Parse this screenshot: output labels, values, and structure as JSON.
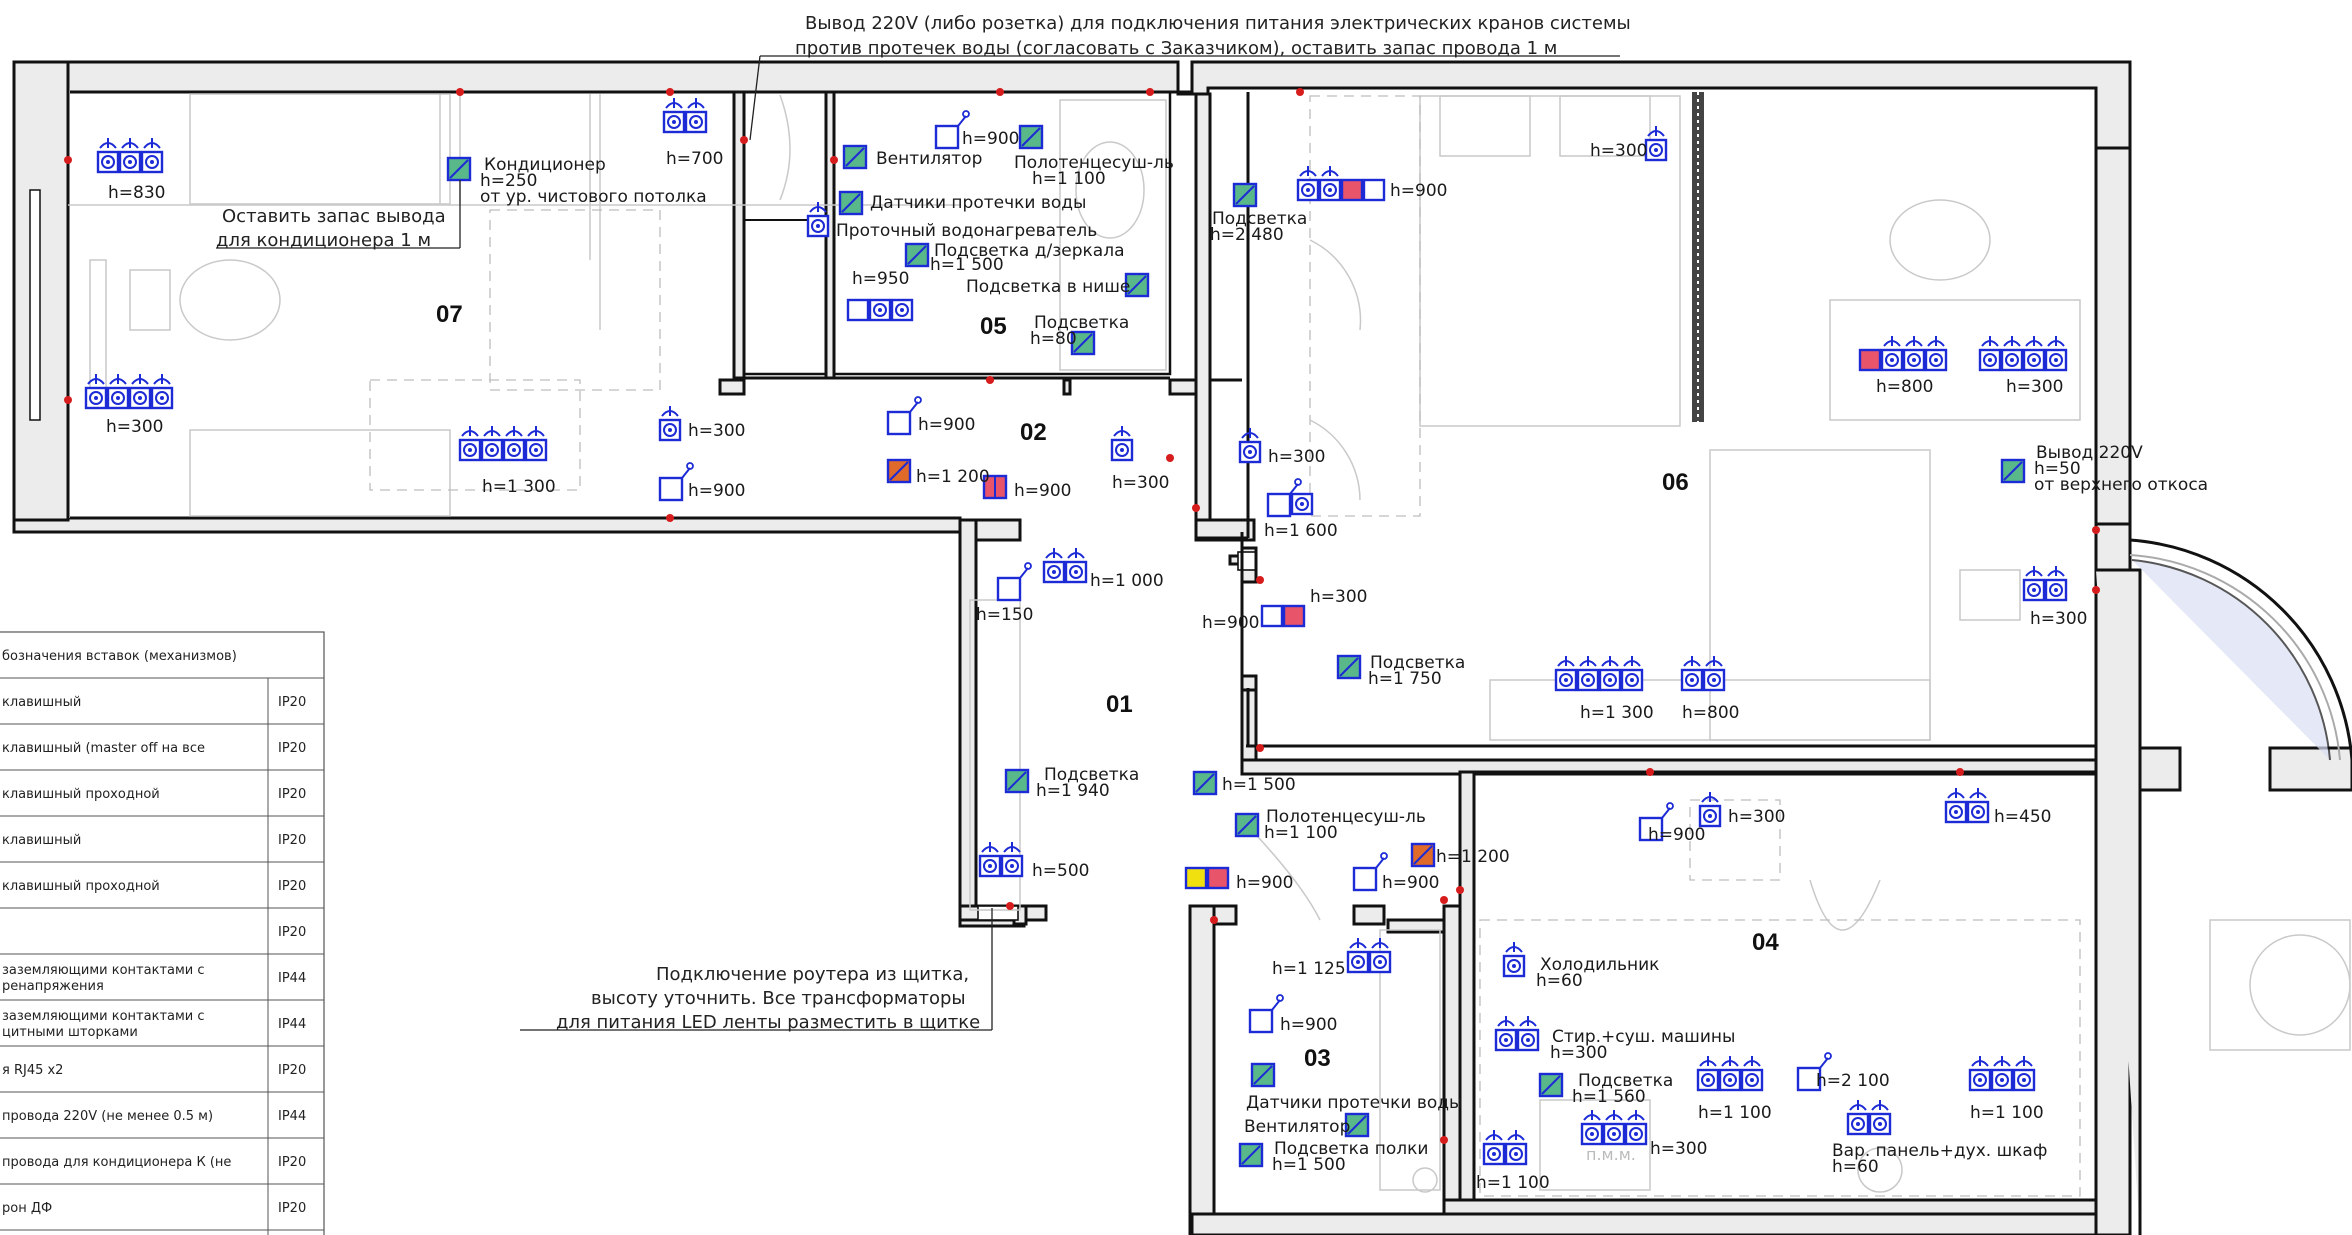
{
  "notes": {
    "top_line1": "Вывод 220V (либо розетка) для подключения питания электрических кранов системы",
    "top_line2": "против протечек воды (согласовать с Заказчиком), оставить запас провода 1 м",
    "ac_line1": "Оставить запас вывода",
    "ac_line2": "для кондиционера 1 м",
    "router_line1": "Подключение роутера из щитка,",
    "router_line2": "высоту уточнить. Все трансформаторы",
    "router_line3": "для питания LED ленты разместить в щитке"
  },
  "rooms": [
    "07",
    "05",
    "02",
    "06",
    "01",
    "03",
    "04"
  ],
  "labels": {
    "h830": "h=830",
    "h700": "h=700",
    "konditsioner": "Кондиционер",
    "h250": "h=250",
    "ot_potolka": "от ур. чистового потолка",
    "h300_07": "h=300",
    "h1300_07": "h=1 300",
    "h300_a": "h=300",
    "h900_a": "h=900",
    "ventilyator": "Вентилятор",
    "h900_b": "h=900",
    "polotenc": "Полотенцесуш-ль",
    "h1100_a": "h=1 100",
    "datchiki": "Датчики протечки воды",
    "vodonagr": "Проточный водонагреватель",
    "podsv_zerk": "Подсветка д/зеркала",
    "h1500_a": "h=1 500",
    "h950": "h=950",
    "podsv_nishe": "Подсветка в нише",
    "podsvetka_05": "Подсветка",
    "h80": "h=80",
    "h900_c": "h=900",
    "h1200_a": "h=1 200",
    "h900_d": "h=900",
    "h300_b": "h=300",
    "podsvetka_06a": "Подсветка",
    "h2480": "h=2 480",
    "h900_e": "h=900",
    "h300_c": "h=300",
    "h800_a": "h=800",
    "h300_d": "h=300",
    "vyvod220": "Вывод 220V",
    "h50": "h=50",
    "ot_otkosa": "от верхнего откоса",
    "h300_e": "h=300",
    "h1600": "h=1 600",
    "h1000": "h=1 000",
    "h150": "h=150",
    "h300_f": "h=300",
    "h900_f": "h=900",
    "podsvetka_01": "Подсветка",
    "h1750": "h=1 750",
    "h1300_06": "h=1 300",
    "h800_b": "h=800",
    "h300_g": "h=300",
    "podsvetka_01b": "Подсветка",
    "h1940": "h=1 940",
    "h500": "h=500",
    "h1500_b": "h=1 500",
    "polotenc2": "Полотенцесуш-ль",
    "h1100_b": "h=1 100",
    "h900_g": "h=900",
    "h900_h": "h=900",
    "h1200_b": "h=1 200",
    "h900_i": "h=900",
    "h300_h": "h=300",
    "h450": "h=450",
    "h1125": "h=1 125",
    "h900_j": "h=900",
    "datchiki2": "Датчики протечки воды",
    "ventilyator2": "Вентилятор",
    "podsv_polki": "Подсветка полки",
    "h1500_c": "h=1 500",
    "holodilnik": "Холодильник",
    "h60_a": "h=60",
    "stir": "Стир.+суш. машины",
    "h300_i": "h=300",
    "podsvetka_04": "Подсветка",
    "h1560": "h=1 560",
    "h1100_c": "h=1 100",
    "h2100": "h=2 100",
    "h1100_d": "h=1 100",
    "h1100_e": "h=1 100",
    "h300_j": "h=300",
    "pmm": "п.м.м.",
    "var_panel": "Вар. панель+дух. шкаф",
    "h60_b": "h=60"
  },
  "legend": {
    "header": "бозначения вставок (механизмов)",
    "rows": [
      {
        "text": "клавишный",
        "ip": "IP20"
      },
      {
        "text": "клавишный  (master off на все",
        "ip": "IP20"
      },
      {
        "text": "клавишный проходной",
        "ip": "IP20"
      },
      {
        "text": "клавишный",
        "ip": "IP20"
      },
      {
        "text": "клавишный проходной",
        "ip": "IP20"
      },
      {
        "text": "",
        "ip": "IP20"
      },
      {
        "text": " заземляющими контактами с",
        "text2": "ренапряжения",
        "ip": "IP44"
      },
      {
        "text": " заземляющими контактами с",
        "text2": "цитными шторками",
        "ip": "IP44"
      },
      {
        "text": "я RJ45 x2",
        "ip": "IP20"
      },
      {
        "text": "провода 220V (не менее 0.5 м)",
        "ip": "IP44"
      },
      {
        "text": "провода для кондиционера К (не",
        "ip": "IP20"
      },
      {
        "text": "рон ДФ",
        "ip": "IP20"
      }
    ]
  },
  "colors": {
    "device_blue": "#1d2bd6",
    "light_green": "#58b88a",
    "red_fill": "#e8556a",
    "yellow_fill": "#f0e010",
    "wall_red_dot": "#d61c1c"
  }
}
